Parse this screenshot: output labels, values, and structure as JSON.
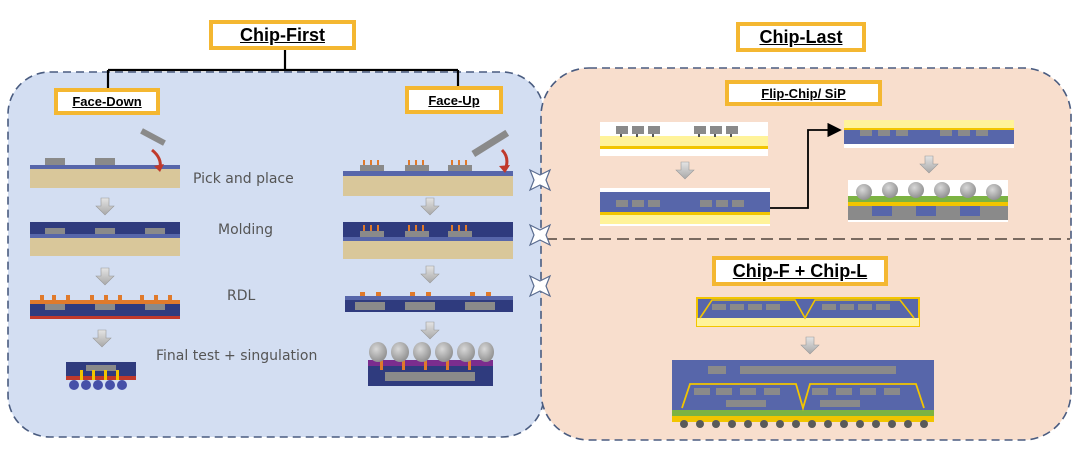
{
  "headers": {
    "chip_first": "Chip-First",
    "chip_last": "Chip-Last",
    "face_down": "Face-Down",
    "face_up": "Face-Up",
    "flip_chip": "Flip-Chip/ SiP",
    "chip_f_l": "Chip-F + Chip-L"
  },
  "steps": {
    "pick_place": "Pick and place",
    "molding": "Molding",
    "rdl": "RDL",
    "final_test": "Final test +  singulation"
  },
  "colors": {
    "left_panel": "#D3DEF2",
    "right_panel": "#F8DECD",
    "panel_border": "#4A5C80",
    "header_border": "#F4B731",
    "carrier": "#D9C79A",
    "wafer_blue": "#5766AA",
    "mold_dark": "#2F3B7E",
    "die_gray": "#8A8A8A",
    "copper": "#E07A2B",
    "gold_line": "#F2C500",
    "yellow_sub": "#FFF39A",
    "green_layer": "#7CB342",
    "arrow_gray": "#BDBDBD"
  }
}
